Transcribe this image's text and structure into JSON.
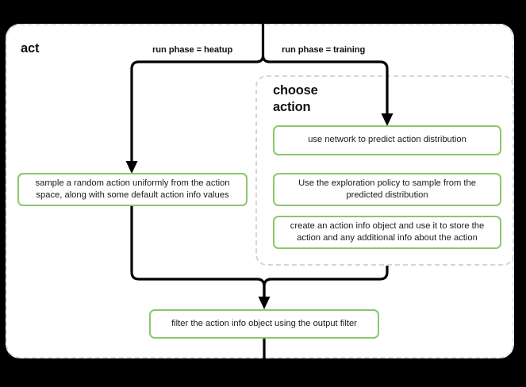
{
  "diagram": {
    "type": "flowchart",
    "title": "act",
    "background_color": "#000000",
    "canvas_color": "#ffffff",
    "accent_color": "#8cc76a",
    "group_border_color": "#d4d4d4",
    "edge_color": "#000000",
    "groups": [
      {
        "id": "act",
        "label": "act",
        "style": "dashed-rounded-container"
      },
      {
        "id": "choose-action",
        "label": "choose\naction",
        "label_line_1": "choose",
        "label_line_2": "action",
        "style": "dashed-rounded-subgraph"
      }
    ],
    "nodes": [
      {
        "id": "sample-random",
        "label": "sample a random action uniformly from the action space, along with some default action info values",
        "group": "act"
      },
      {
        "id": "use-network",
        "label": "use network to predict action distribution",
        "group": "choose-action"
      },
      {
        "id": "exploration-policy",
        "label": "Use the exploration policy to sample from the predicted distribution",
        "group": "choose-action"
      },
      {
        "id": "create-action-info",
        "label": "create an action info object and use it to store the action and any additional info about the action",
        "group": "choose-action"
      },
      {
        "id": "filter-output",
        "label": "filter the action info object using the output filter",
        "group": "act"
      }
    ],
    "edges": [
      {
        "id": "entry-split",
        "from": "entry",
        "to": "split",
        "label": ""
      },
      {
        "id": "heatup-branch",
        "from": "split",
        "to": "sample-random",
        "label": "run phase = heatup"
      },
      {
        "id": "training-branch",
        "from": "split",
        "to": "use-network",
        "label": "run phase = training"
      },
      {
        "id": "sample-to-filter",
        "from": "sample-random",
        "to": "filter-output",
        "label": ""
      },
      {
        "id": "choose-to-filter",
        "from": "choose-action",
        "to": "filter-output",
        "label": ""
      },
      {
        "id": "filter-exit",
        "from": "filter-output",
        "to": "exit",
        "label": ""
      }
    ]
  }
}
